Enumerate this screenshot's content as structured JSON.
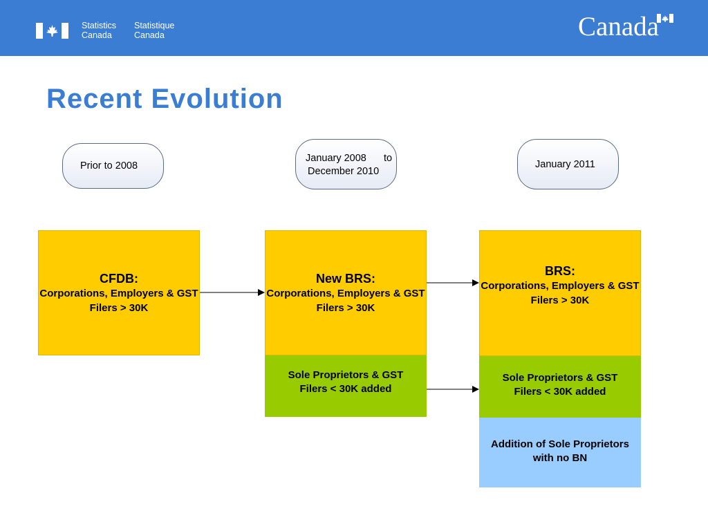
{
  "header": {
    "agency_en_line1": "Statistics",
    "agency_en_line2": "Canada",
    "agency_fr_line1": "Statistique",
    "agency_fr_line2": "Canada",
    "wordmark": "Canada",
    "logo": "canada-flag-icon",
    "background_color": "#3a7dd2"
  },
  "slide": {
    "title": "Recent Evolution",
    "title_color": "#3a7dd2"
  },
  "periods": {
    "p1": "Prior to  2008",
    "p2_line1": "January  2008",
    "p2_to": "to",
    "p2_line2": "December 2010",
    "p3": "January 2011"
  },
  "boxes": {
    "cfdb": {
      "head": "CFDB:",
      "body": "Corporations, Employers & GST Filers > 30K"
    },
    "new_brs": {
      "head": "New BRS:",
      "body": "Corporations, Employers & GST Filers > 30K"
    },
    "new_brs_sole": {
      "text": "Sole Proprietors & GST Filers < 30K added"
    },
    "brs": {
      "head": "BRS:",
      "body": "Corporations, Employers & GST Filers > 30K"
    },
    "brs_sole": {
      "text": "Sole Proprietors & GST Filers < 30K added"
    },
    "brs_no_bn": {
      "text": "Addition of Sole Proprietors with no BN"
    }
  },
  "colors": {
    "yellow": "#ffcc00",
    "green": "#99cc00",
    "blue": "#99ccff"
  }
}
